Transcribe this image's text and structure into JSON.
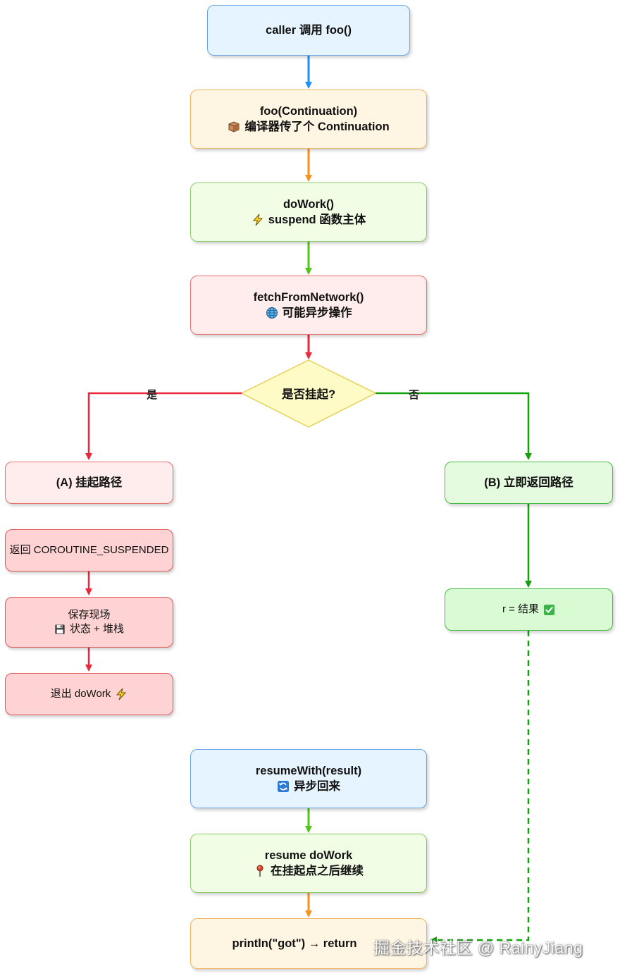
{
  "nodes": {
    "caller": {
      "line1": "caller 调用 foo()"
    },
    "foo": {
      "line1": "foo(Continuation)",
      "line2": "编译器传了个 Continuation",
      "icon": "package-icon"
    },
    "dowork": {
      "line1": "doWork()",
      "line2": "suspend 函数主体",
      "icon": "lightning-icon"
    },
    "fetch": {
      "line1": "fetchFromNetwork()",
      "line2": "可能异步操作",
      "icon": "globe-icon"
    },
    "decision": {
      "label": "是否挂起?"
    },
    "pathA": {
      "label": "(A) 挂起路径"
    },
    "pathB": {
      "label": "(B) 立即返回路径"
    },
    "returnSuspended": {
      "label": "返回 COROUTINE_SUSPENDED"
    },
    "saveState": {
      "line1": "保存现场",
      "line2": "状态 + 堆栈",
      "icon": "floppy-icon"
    },
    "exitWork": {
      "label": "退出 doWork",
      "icon": "lightning-icon"
    },
    "result": {
      "label": "r = 结果",
      "icon": "check-icon"
    },
    "resumeWith": {
      "line1": "resumeWith(result)",
      "line2": "异步回来",
      "icon": "refresh-icon"
    },
    "resumeWork": {
      "line1": "resume doWork",
      "line2": "在挂起点之后继续",
      "icon": "pin-icon"
    },
    "println": {
      "label": "println(\"got\") → return"
    }
  },
  "edge_labels": {
    "yes": "是",
    "no": "否"
  },
  "watermark": "掘金技术社区 @ RainyJiang",
  "colors": {
    "blue": "#1e90ff",
    "orange": "#f7921e",
    "green": "#52c41a",
    "red": "#e8283c",
    "dark_green": "#13a10e"
  }
}
